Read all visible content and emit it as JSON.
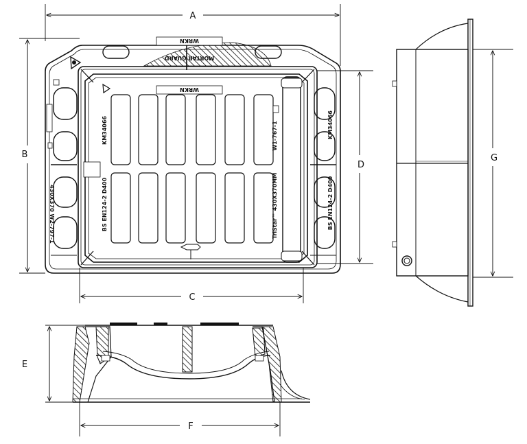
{
  "dimensions": {
    "a": "A",
    "b": "B",
    "c": "C",
    "d": "D",
    "e": "E",
    "f": "F",
    "g": "G"
  },
  "plan_markings": {
    "brand_top": "WRKN",
    "mortar_guard": "MORTAR GUARD",
    "brand_inner": "WRKN",
    "left_frame_mark": "430X370 W2-797-1",
    "frame_kitemark_right": "KM34066",
    "frame_standard_right": "BS EN124-2 D400",
    "cover_kitemark": "KM34066",
    "cover_standard": "BS EN124-2 D400",
    "cover_product_code": "W1-767-1",
    "cover_product_name": "TriStar™ 430X370MM"
  }
}
